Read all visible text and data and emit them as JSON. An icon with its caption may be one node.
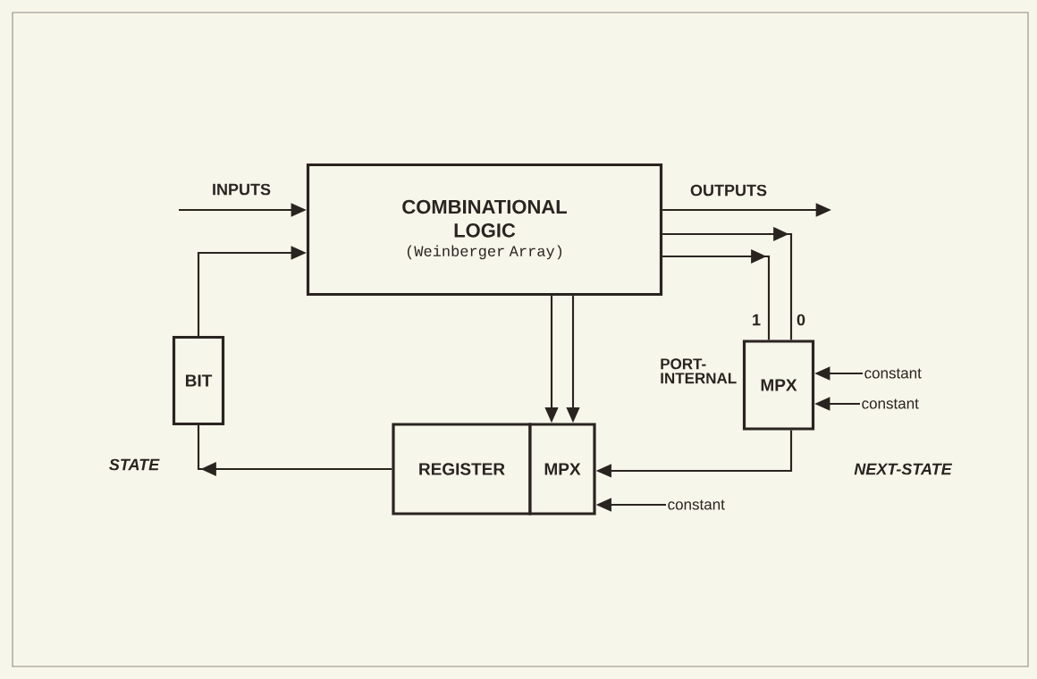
{
  "diagram": {
    "nodes": [
      {
        "text": [
          "COMBINATIONAL LOGIC",
          "(Weinberger Array)"
        ]
      },
      {
        "text": [
          "BIT"
        ]
      },
      {
        "text": [
          "REGISTER"
        ]
      },
      {
        "text": [
          "MPX"
        ]
      },
      {
        "text": [
          "MPX"
        ],
        "beside": [
          "PORT- INTERNAL"
        ]
      },
      {
        "text": [
          "constant"
        ]
      },
      {
        "text": [
          "constant"
        ]
      },
      {
        "text": [
          "constant"
        ]
      }
    ],
    "edges": [
      {
        "from": null,
        "to": 0,
        "arrow": "to",
        "label": "INPUTS"
      },
      {
        "from": 1,
        "to": 0,
        "arrow": "to"
      },
      {
        "from": 0,
        "to": null,
        "arrow": "to",
        "label": "OUTPUTS"
      },
      {
        "from": 0,
        "to": 4,
        "arrow": "to"
      },
      {
        "from": 0,
        "to": 4,
        "arrow": "to"
      },
      {
        "from": 0,
        "to": 3,
        "arrow": "to"
      },
      {
        "from": 0,
        "to": 3,
        "arrow": "to"
      },
      {
        "from": 4,
        "to": 3,
        "arrow": "to"
      },
      {
        "from": 2,
        "to": 1,
        "arrow": "to"
      },
      {
        "from": 5,
        "to": 4,
        "arrow": "to"
      },
      {
        "from": 6,
        "to": 4,
        "arrow": "to"
      },
      {
        "from": 7,
        "to": 3,
        "arrow": "to"
      }
    ],
    "labels": [
      "1",
      "0",
      "STATE",
      "NEXT-STATE"
    ]
  }
}
